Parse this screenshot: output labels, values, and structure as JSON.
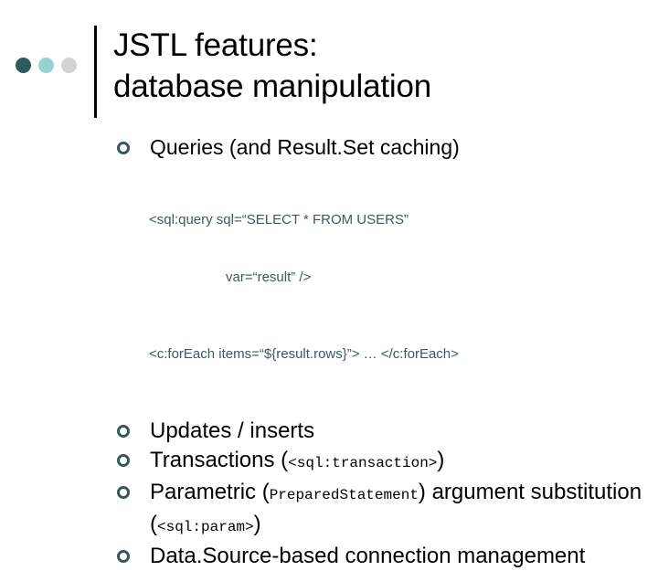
{
  "slide": {
    "title_lines": [
      "JSTL features:",
      "database manipulation"
    ],
    "accent_colors": {
      "dot_dark": "#2d5c5c",
      "dot_light": "#96d2d2",
      "dot_gray": "#d3d3d3",
      "bullet": "#33595b",
      "code_text": "#3c5a5c",
      "rule": "#000000",
      "background": "#ffffff"
    },
    "bullets_top": [
      {
        "text": "Queries (and Result.Set caching)"
      }
    ],
    "code_block": {
      "line1": "<sql:query sql=“SELECT * FROM USERS”",
      "line2": "var=“result” />",
      "line3": "<c:forEach items=“${result.rows}”> … </c:forEach>"
    },
    "bullets_bottom": [
      {
        "parts": [
          {
            "kind": "text",
            "value": "Updates / inserts"
          }
        ]
      },
      {
        "parts": [
          {
            "kind": "text",
            "value": "Transactions ("
          },
          {
            "kind": "code",
            "value": "<sql:transaction>"
          },
          {
            "kind": "text",
            "value": ")"
          }
        ]
      },
      {
        "parts": [
          {
            "kind": "text",
            "value": "Parametric ("
          },
          {
            "kind": "code",
            "value": "PreparedStatement"
          },
          {
            "kind": "text",
            "value": ") argument substitution ("
          },
          {
            "kind": "code",
            "value": "<sql:param>"
          },
          {
            "kind": "text",
            "value": ")"
          }
        ]
      },
      {
        "parts": [
          {
            "kind": "text",
            "value": "Data.Source-based connection management"
          }
        ]
      }
    ]
  }
}
